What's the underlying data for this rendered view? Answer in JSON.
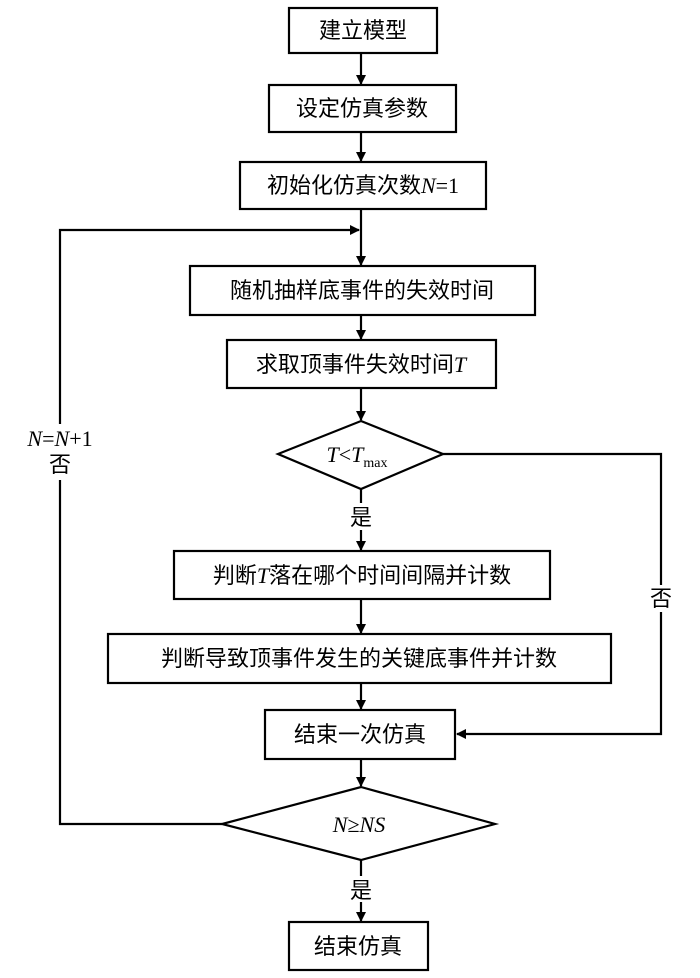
{
  "diagram": {
    "type": "flowchart",
    "nodes": [
      {
        "id": "n1",
        "kind": "process",
        "text": "建立模型"
      },
      {
        "id": "n2",
        "kind": "process",
        "text": "设定仿真参数"
      },
      {
        "id": "n3",
        "kind": "process",
        "text_main": "初始化仿真次数",
        "text_var": "N",
        "text_tail": "=1"
      },
      {
        "id": "n4",
        "kind": "process",
        "text": "随机抽样底事件的失效时间"
      },
      {
        "id": "n5",
        "kind": "process",
        "text_main": "求取顶事件失效时间",
        "text_var": "T"
      },
      {
        "id": "d1",
        "kind": "decision",
        "text_var": "T",
        "text_op": "<",
        "text_var2": "T",
        "text_sub": "max"
      },
      {
        "id": "n6",
        "kind": "process",
        "text_pre": "判断",
        "text_var": "T",
        "text_tail": "落在哪个时间间隔并计数"
      },
      {
        "id": "n7",
        "kind": "process",
        "text": "判断导致顶事件发生的关键底事件并计数"
      },
      {
        "id": "n8",
        "kind": "process",
        "text": "结束一次仿真"
      },
      {
        "id": "d2",
        "kind": "decision",
        "text_var": "N",
        "text_op": "≥",
        "text_var2": "NS"
      },
      {
        "id": "n9",
        "kind": "terminal",
        "text": "结束仿真"
      }
    ],
    "edges": [
      {
        "from": "n1",
        "to": "n2"
      },
      {
        "from": "n2",
        "to": "n3"
      },
      {
        "from": "n3",
        "to": "n4"
      },
      {
        "from": "n4",
        "to": "n5"
      },
      {
        "from": "n5",
        "to": "d1"
      },
      {
        "from": "d1",
        "to": "n6",
        "label": "是"
      },
      {
        "from": "d1",
        "to": "n8",
        "label": "否"
      },
      {
        "from": "n6",
        "to": "n7"
      },
      {
        "from": "n7",
        "to": "n8"
      },
      {
        "from": "n8",
        "to": "d2"
      },
      {
        "from": "d2",
        "to": "n9",
        "label": "是"
      },
      {
        "from": "d2",
        "to": "n4",
        "label": "否",
        "label_extra_var": "N",
        "label_extra_mid": "=",
        "label_extra_var2": "N",
        "label_extra_tail": "+1"
      }
    ],
    "labels": {
      "yes": "是",
      "no": "否"
    }
  }
}
